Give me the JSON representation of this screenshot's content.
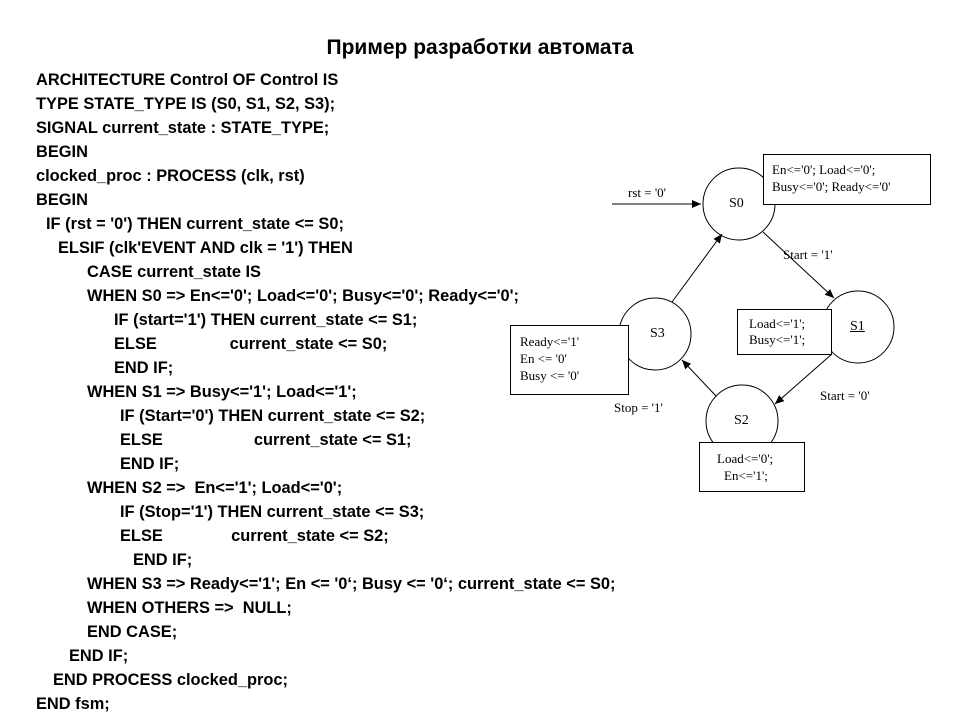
{
  "title": "Пример разработки автомата",
  "code_lines": [
    "ARCHITECTURE Control OF Control IS",
    "TYPE STATE_TYPE IS (S0, S1, S2, S3);",
    "SIGNAL current_state : STATE_TYPE;",
    "BEGIN",
    "clocked_proc : PROCESS (clk, rst)",
    "BEGIN",
    "IF (rst = '0') THEN current_state <= S0;",
    "ELSIF (clk'EVENT AND clk = '1') THEN",
    "CASE current_state IS",
    "WHEN S0 => En<='0'; Load<='0'; Busy<='0'; Ready<='0';",
    "IF (start='1') THEN current_state <= S1;",
    "ELSE                current_state <= S0;",
    "END IF;",
    "WHEN S1 => Busy<='1'; Load<='1';",
    "IF (Start='0') THEN current_state <= S2;",
    "ELSE                    current_state <= S1;",
    "END IF;",
    "WHEN S2 =>  En<='1'; Load<='0';",
    "IF (Stop='1') THEN current_state <= S3;",
    "ELSE               current_state <= S2;",
    "END IF;",
    "WHEN S3 => Ready<='1'; En <= '0‘; Busy <= '0‘; current_state <= S0;",
    "WHEN OTHERS =>  NULL;",
    "END CASE;",
    "END IF;",
    "END PROCESS clocked_proc;",
    "END fsm;"
  ],
  "diagram": {
    "states": {
      "s0": "S0",
      "s1": "S1",
      "s2": "S2",
      "s3": "S3"
    },
    "reset_label": "rst = '0'",
    "transitions": {
      "s0_s1": "Start = '1'",
      "s1_s2": "Start = '0'",
      "s2_s3": "Stop = '1'"
    },
    "outputs": {
      "s0": [
        "En<='0'; Load<='0';",
        "Busy<='0'; Ready<='0'"
      ],
      "s1": [
        "Load<='1';",
        "Busy<='1';"
      ],
      "s2": [
        "Load<='0';",
        "En<='1';"
      ],
      "s3": [
        "Ready<='1'",
        "En <= '0'",
        "Busy <= '0'"
      ]
    }
  }
}
